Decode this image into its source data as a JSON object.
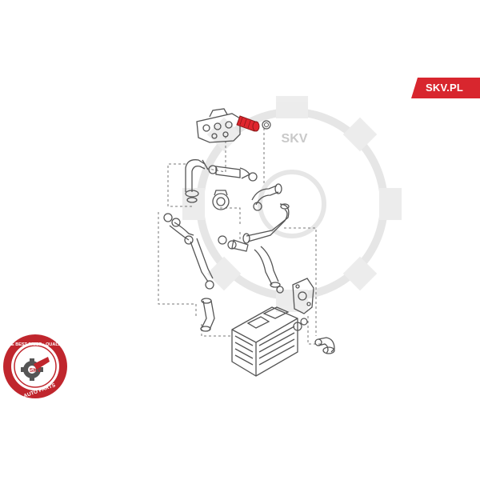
{
  "brand": {
    "site_label": "SKV.PL",
    "accent_color": "#d8262e"
  },
  "watermark": {
    "label": "SKV",
    "icon": "gear-icon"
  },
  "seal": {
    "top_text": "THE BEST PRICE · QUALITY",
    "bottom_text": "AUTO PARTS",
    "center_text": "SKV",
    "ring_color": "#c0262d"
  },
  "diagram": {
    "highlighted_part": "hose-top",
    "highlight_color": "#e0262e",
    "line_color": "#555555"
  }
}
